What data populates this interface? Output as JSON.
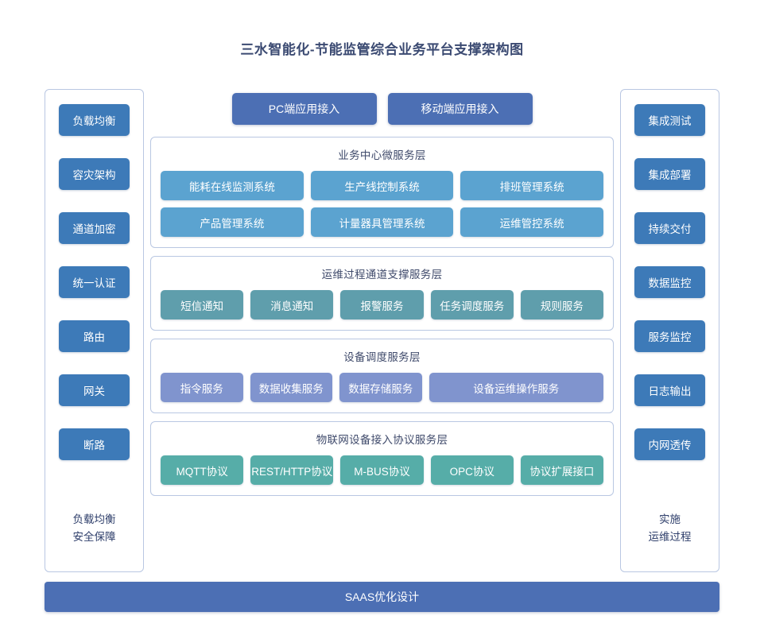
{
  "title": "三水智能化-节能监管综合业务平台支撑架构图",
  "left_column": {
    "items": [
      {
        "label": "负载均衡"
      },
      {
        "label": "容灾架构"
      },
      {
        "label": "通道加密"
      },
      {
        "label": "统一认证"
      },
      {
        "label": "路由"
      },
      {
        "label": "网关"
      },
      {
        "label": "断路"
      }
    ],
    "footer_line1": "负载均衡",
    "footer_line2": "安全保障"
  },
  "right_column": {
    "items": [
      {
        "label": "集成测试"
      },
      {
        "label": "集成部署"
      },
      {
        "label": "持续交付"
      },
      {
        "label": "数据监控"
      },
      {
        "label": "服务监控"
      },
      {
        "label": "日志输出"
      },
      {
        "label": "内网透传"
      }
    ],
    "footer_line1": "实施",
    "footer_line2": "运维过程"
  },
  "access_row": {
    "buttons": [
      {
        "label": "PC端应用接入"
      },
      {
        "label": "移动端应用接入"
      }
    ]
  },
  "layers": [
    {
      "id": "business",
      "title": "业务中心微服务层",
      "color": "#5ba3d0",
      "items": [
        {
          "label": "能耗在线监测系统"
        },
        {
          "label": "生产线控制系统"
        },
        {
          "label": "排班管理系统"
        },
        {
          "label": "产品管理系统"
        },
        {
          "label": "计量器具管理系统"
        },
        {
          "label": "运维管控系统"
        }
      ]
    },
    {
      "id": "ops",
      "title": "运维过程通道支撑服务层",
      "color": "#5f9eac",
      "items": [
        {
          "label": "短信通知"
        },
        {
          "label": "消息通知"
        },
        {
          "label": "报警服务"
        },
        {
          "label": "任务调度服务"
        },
        {
          "label": "规则服务"
        }
      ]
    },
    {
      "id": "device",
      "title": "设备调度服务层",
      "color": "#8094ce",
      "items": [
        {
          "label": "指令服务"
        },
        {
          "label": "数据收集服务"
        },
        {
          "label": "数据存储服务"
        },
        {
          "label": "设备运维操作服务",
          "wide": true
        }
      ]
    },
    {
      "id": "iot",
      "title": "物联网设备接入协议服务层",
      "color": "#56ada8",
      "items": [
        {
          "label": "MQTT协议"
        },
        {
          "label": "REST/HTTP协议"
        },
        {
          "label": "M-BUS协议"
        },
        {
          "label": "OPC协议"
        },
        {
          "label": "协议扩展接口"
        }
      ]
    }
  ],
  "bottom_bar": {
    "label": "SAAS优化设计"
  },
  "palette": {
    "side_button": "#3d7ab8",
    "access_button": "#4c6fb4",
    "bottom_bar": "#4c6fb4",
    "panel_border": "#b9c7e2",
    "title_text": "#3b4a72",
    "layer_title_text": "#3f4a6b"
  }
}
